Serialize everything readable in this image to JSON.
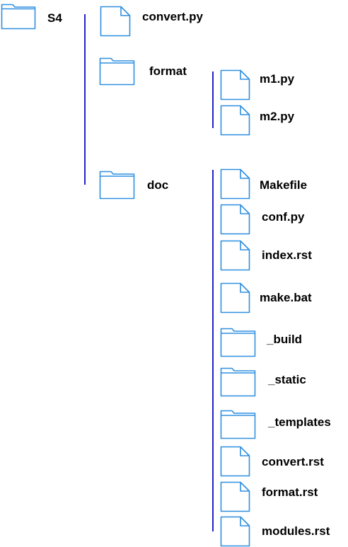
{
  "colors": {
    "icon_stroke": "#2f8fe0",
    "connector": "#2323c8",
    "text": "#000000"
  },
  "icons": {
    "folder": "folder-icon",
    "file": "file-icon"
  },
  "tree": {
    "root": "S4",
    "level1": [
      "convert.py",
      "format",
      "doc"
    ],
    "format_children": [
      "m1.py",
      "m2.py"
    ],
    "doc_children": [
      "Makefile",
      "conf.py",
      "index.rst",
      "make.bat",
      "_build",
      "_static",
      "_templates",
      "convert.rst",
      "format.rst",
      "modules.rst"
    ]
  }
}
